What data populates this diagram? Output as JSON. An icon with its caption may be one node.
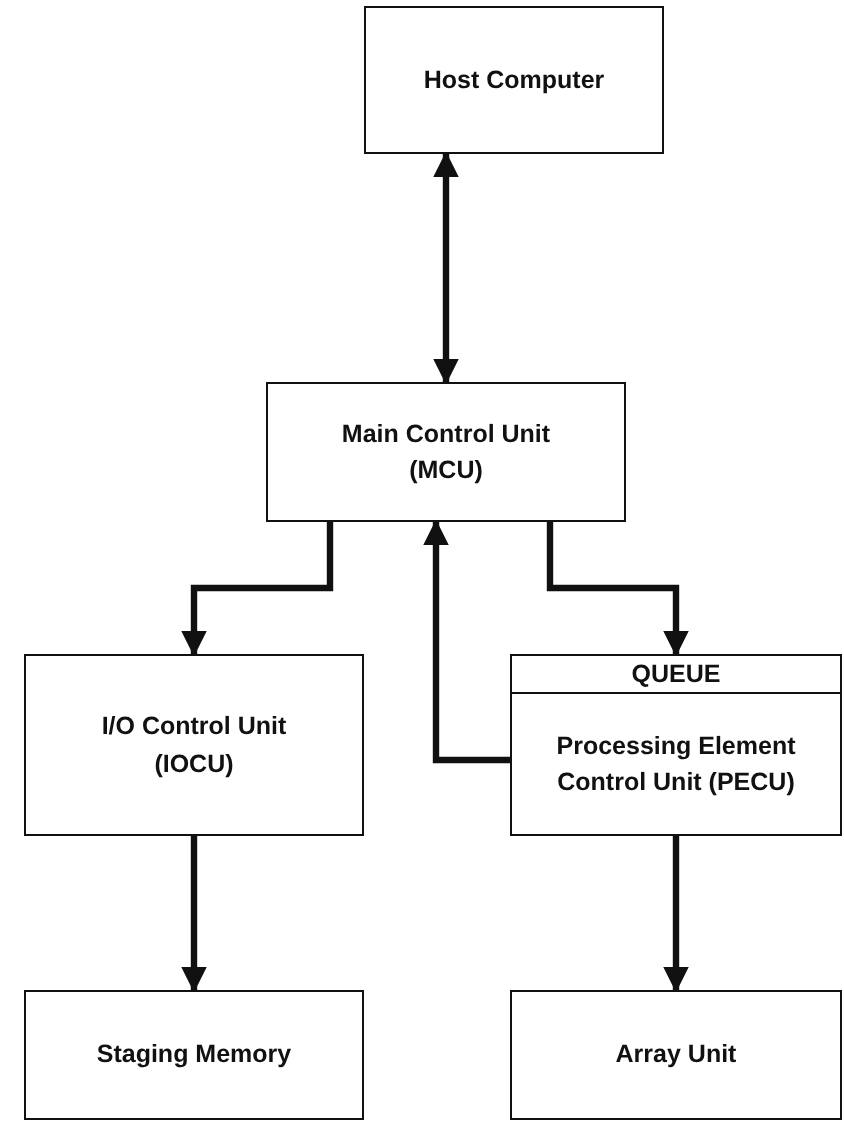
{
  "diagram": {
    "nodes": [
      {
        "text": [
          "Host Computer"
        ]
      },
      {
        "text": [
          "Main Control Unit (MCU)"
        ]
      },
      {
        "text": [
          "I/O Control Unit (IOCU)"
        ]
      },
      {
        "text": [
          "QUEUE",
          "Processing Element Control Unit (PECU)"
        ]
      },
      {
        "text": [
          "Staging Memory"
        ]
      },
      {
        "text": [
          "Array Unit"
        ]
      }
    ],
    "edges": [
      {
        "from": 0,
        "to": 1,
        "arrow": "both"
      },
      {
        "from": 1,
        "to": 2,
        "arrow": "to"
      },
      {
        "from": 3,
        "to": 1,
        "arrow": "to"
      },
      {
        "from": 1,
        "to": 3,
        "arrow": "to"
      },
      {
        "from": 2,
        "to": 4,
        "arrow": "to"
      },
      {
        "from": 3,
        "to": 5,
        "arrow": "to"
      }
    ]
  }
}
